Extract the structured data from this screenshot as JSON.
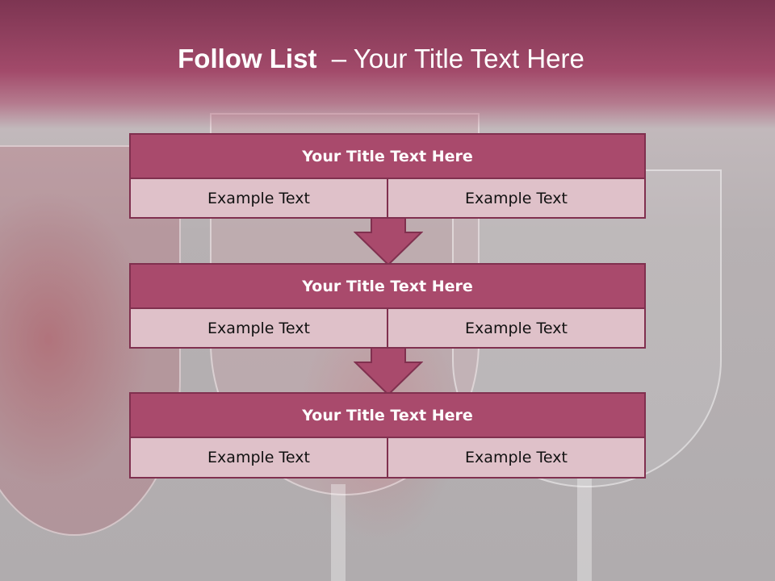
{
  "slide": {
    "title_bold": "Follow List",
    "title_rest": "  – Your Title Text Here"
  },
  "steps": [
    {
      "title": "Your Title Text Here",
      "left": "Example Text",
      "right": "Example Text"
    },
    {
      "title": "Your Title Text Here",
      "left": "Example Text",
      "right": "Example Text"
    },
    {
      "title": "Your Title Text Here",
      "left": "Example Text",
      "right": "Example Text"
    }
  ],
  "colors": {
    "header": "#a94a6c",
    "cell": "#dfc1c9",
    "border": "#80304f"
  },
  "icons": [
    "down-arrow-icon"
  ]
}
